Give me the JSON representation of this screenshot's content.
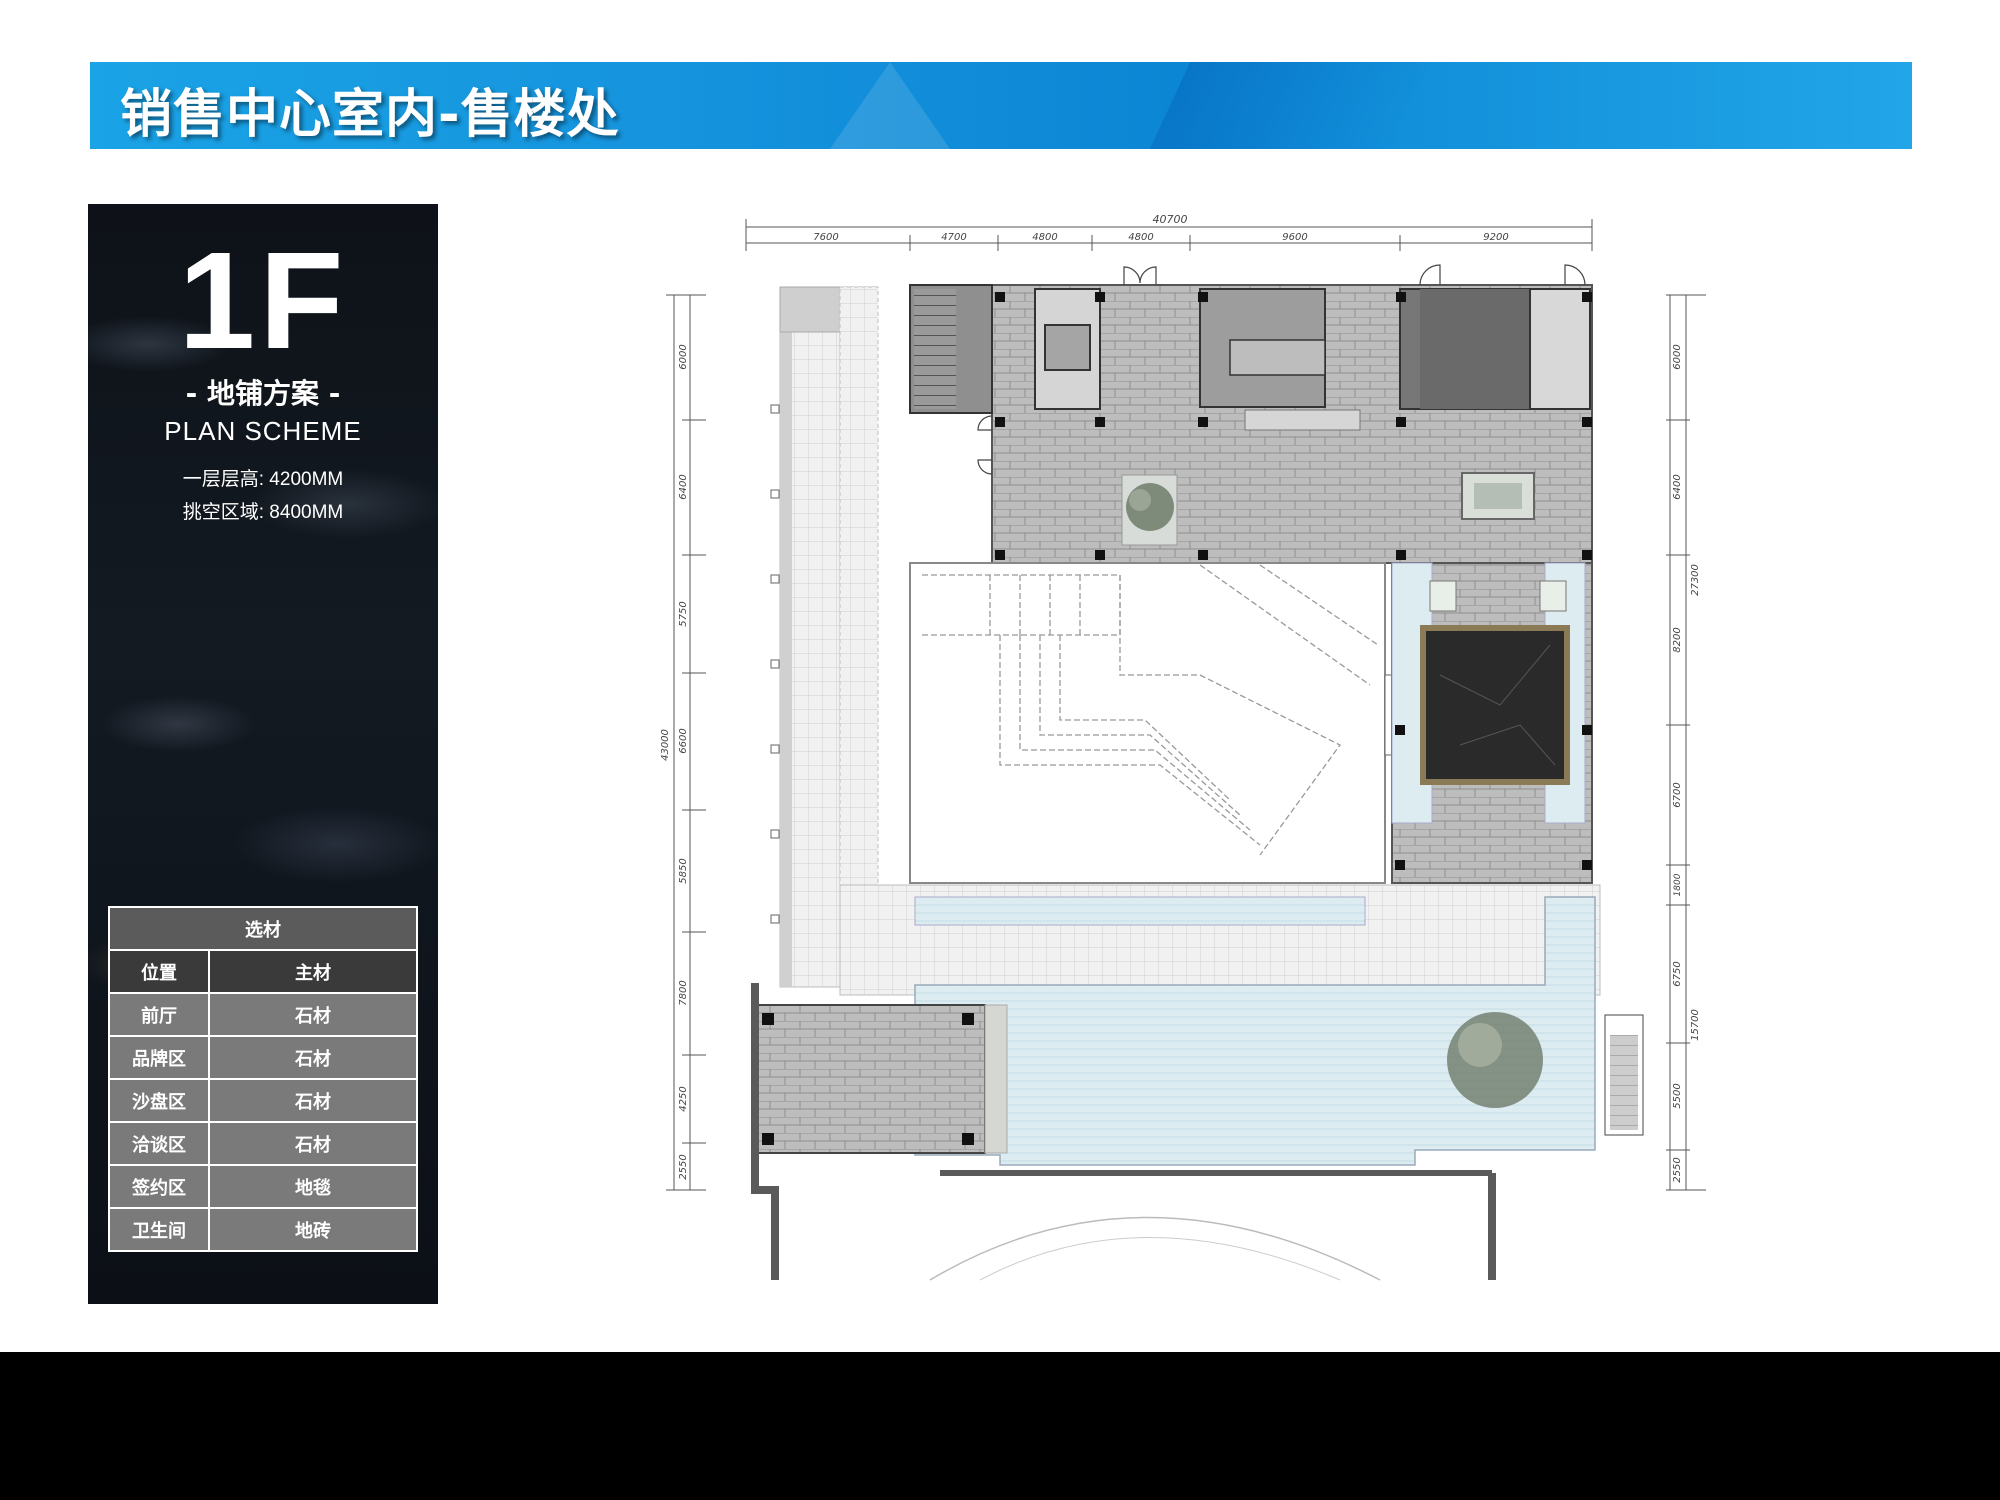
{
  "header": {
    "title": "销售中心室内-售楼处"
  },
  "panel": {
    "floor": "1F",
    "subtitle_cn": "- 地铺方案 -",
    "subtitle_en": "PLAN SCHEME",
    "spec_height": "一层层高: 4200MM",
    "spec_void": "挑空区域: 8400MM"
  },
  "materials": {
    "title": "选材",
    "col_location": "位置",
    "col_material": "主材",
    "rows": [
      {
        "location": "前厅",
        "material": "石材"
      },
      {
        "location": "品牌区",
        "material": "石材"
      },
      {
        "location": "沙盘区",
        "material": "石材"
      },
      {
        "location": "洽谈区",
        "material": "石材"
      },
      {
        "location": "签约区",
        "material": "地毯"
      },
      {
        "location": "卫生间",
        "material": "地砖"
      }
    ]
  },
  "plan": {
    "dim_total_top": "40700",
    "dims_top": [
      "7600",
      "4700",
      "4800",
      "4800",
      "9600",
      "9200"
    ],
    "dim_total_left": "43000",
    "dims_left": [
      "6000",
      "6400",
      "5750",
      "6600",
      "5850",
      "7800",
      "4250",
      "2550"
    ],
    "dim_total_right": "27300",
    "dims_right": [
      "6000",
      "6400",
      "8200",
      "6700",
      "1800",
      "6750",
      "5500",
      "2550"
    ],
    "dim_right_sub": "15700"
  },
  "colors": {
    "banner_blue": "#1592dc",
    "paving_gray": "#b9b9b9",
    "water_blue": "#dcecf1",
    "dark_stone": "#2a2a2a"
  }
}
